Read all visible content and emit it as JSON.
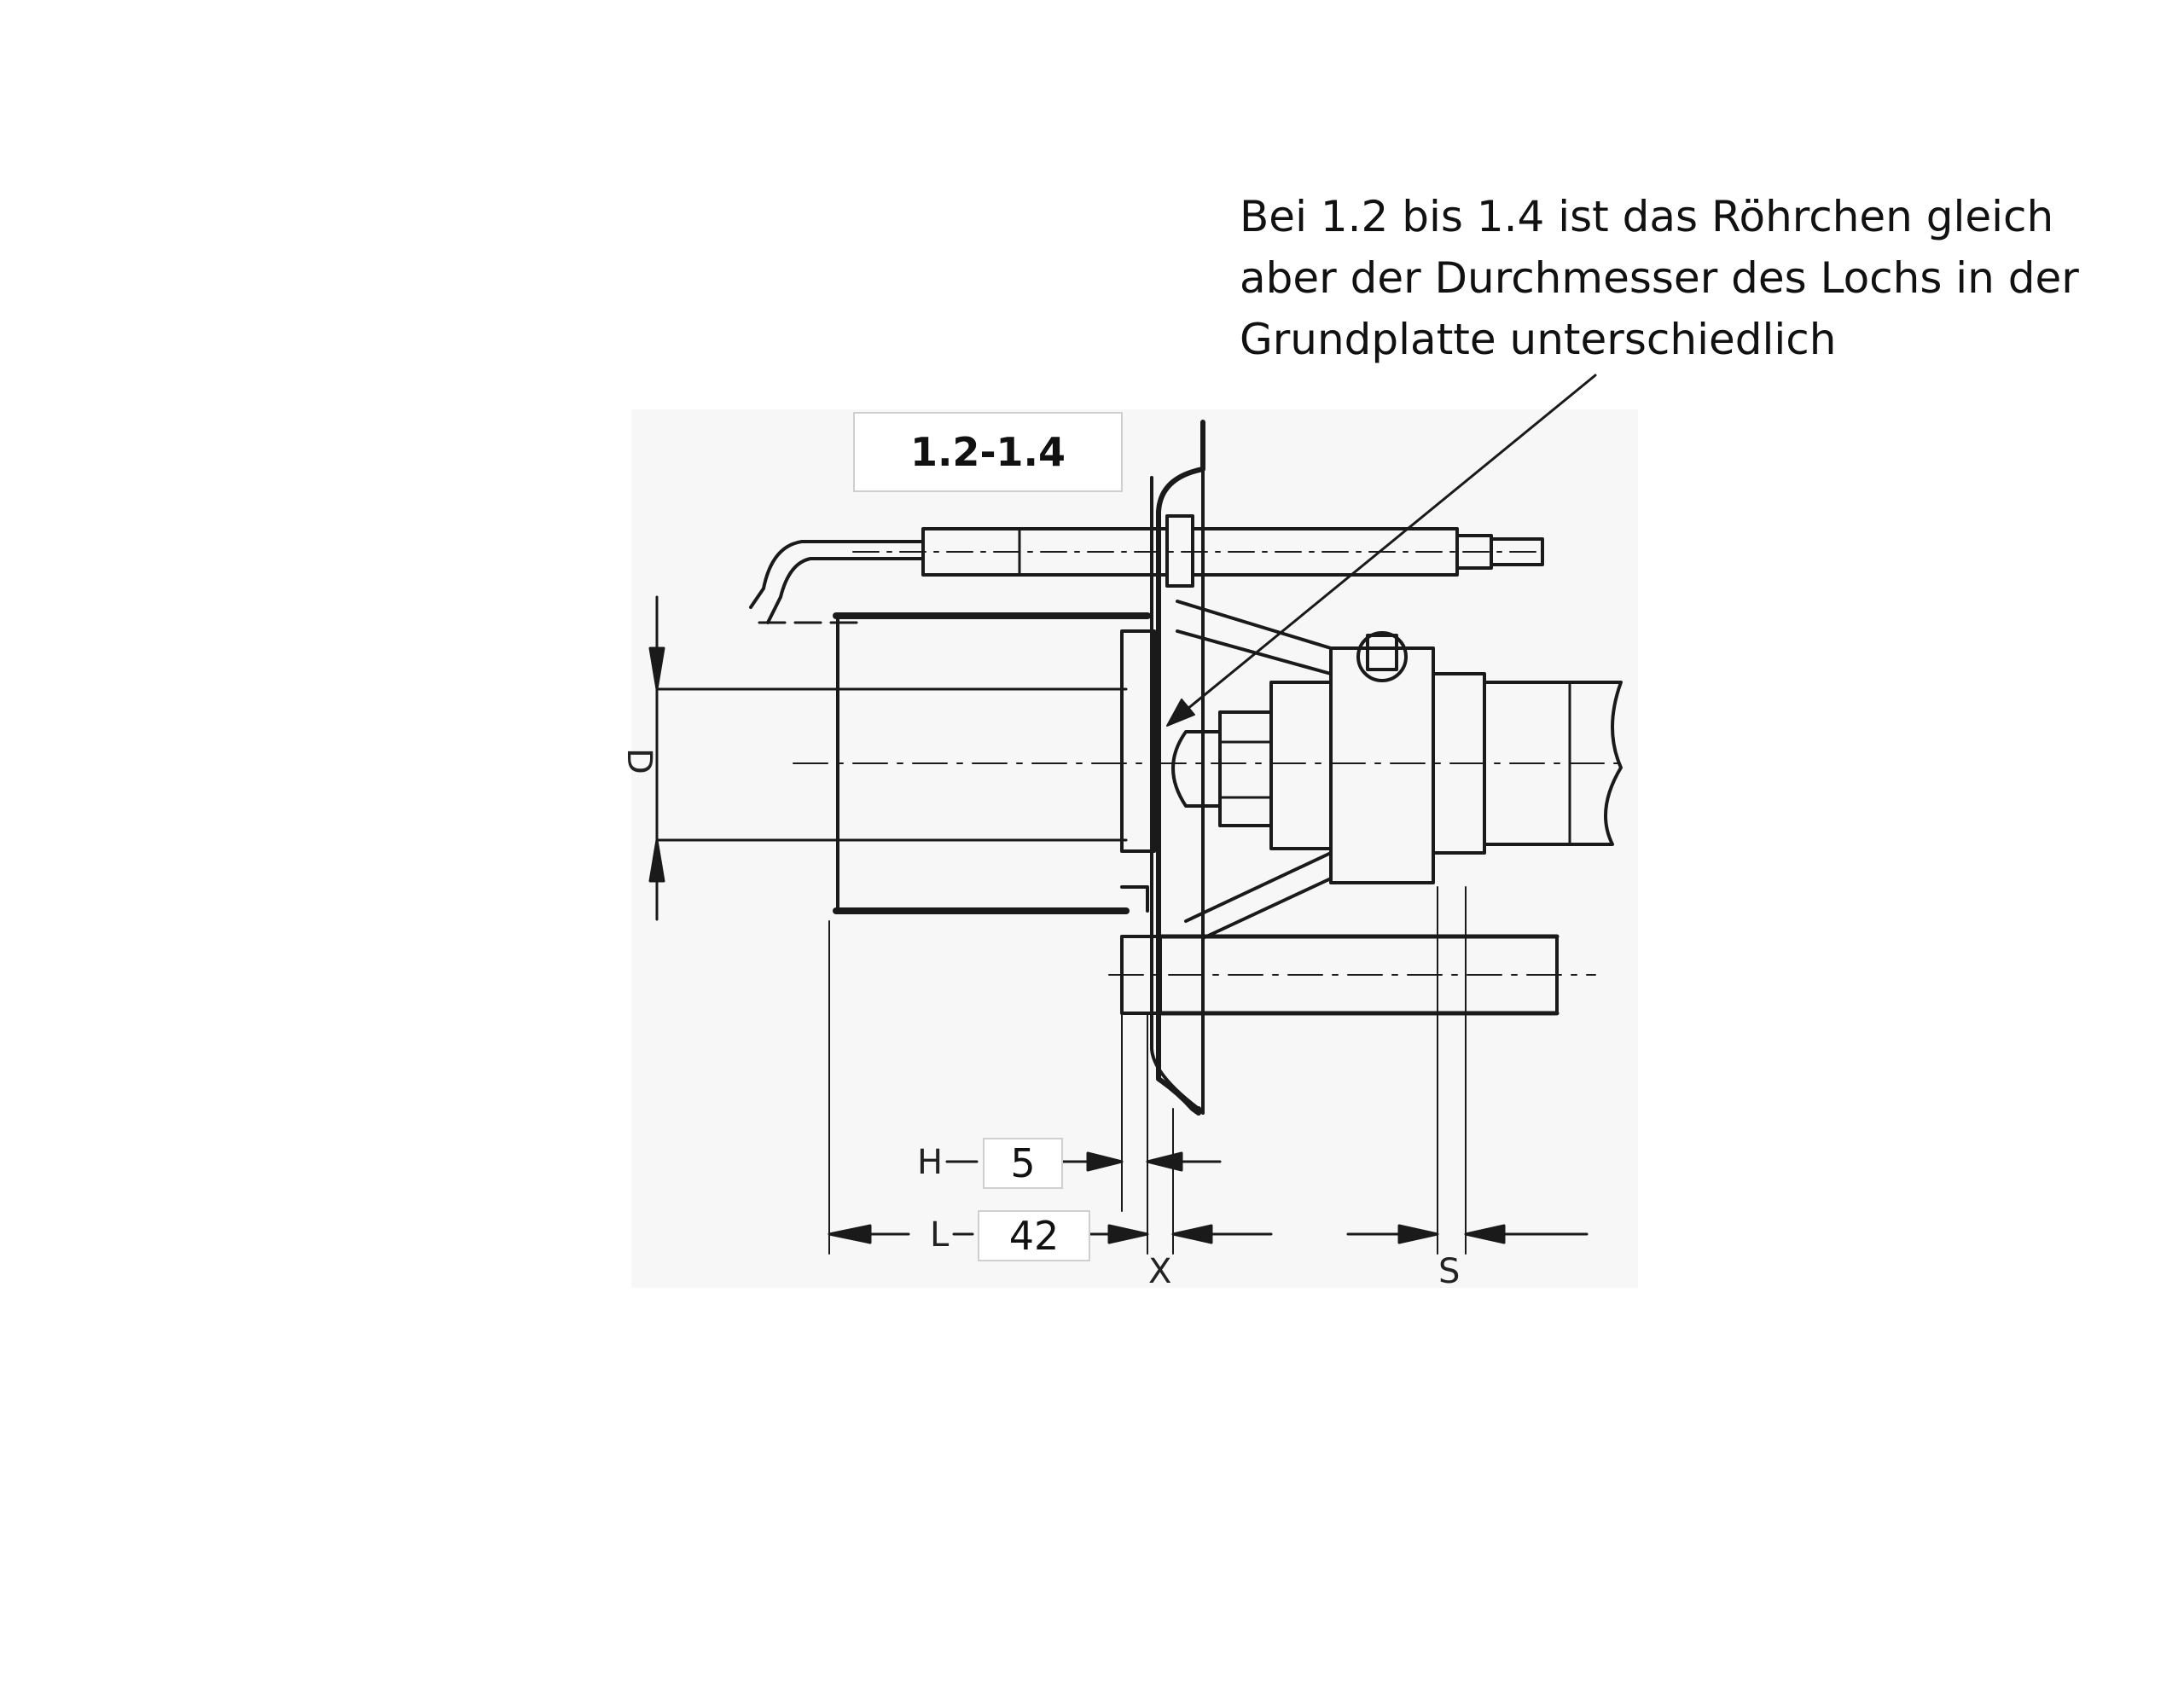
{
  "annotation": {
    "lines": [
      "Bei 1.2 bis 1.4 ist das Röhrchen gleich",
      "aber der Durchmesser des Lochs in der",
      "Grundplatte unterschiedlich"
    ]
  },
  "variant_label": "1.2-1.4",
  "dimensions": {
    "h_letter": "H",
    "h_value": "5",
    "l_letter": "L",
    "l_value": "42",
    "d_letter": "D",
    "x_letter": "X",
    "s_letter": "S"
  },
  "colors": {
    "ink": "#1a1a1a",
    "scan_background": "#f7f7f7",
    "annotation_text": "#111111"
  }
}
